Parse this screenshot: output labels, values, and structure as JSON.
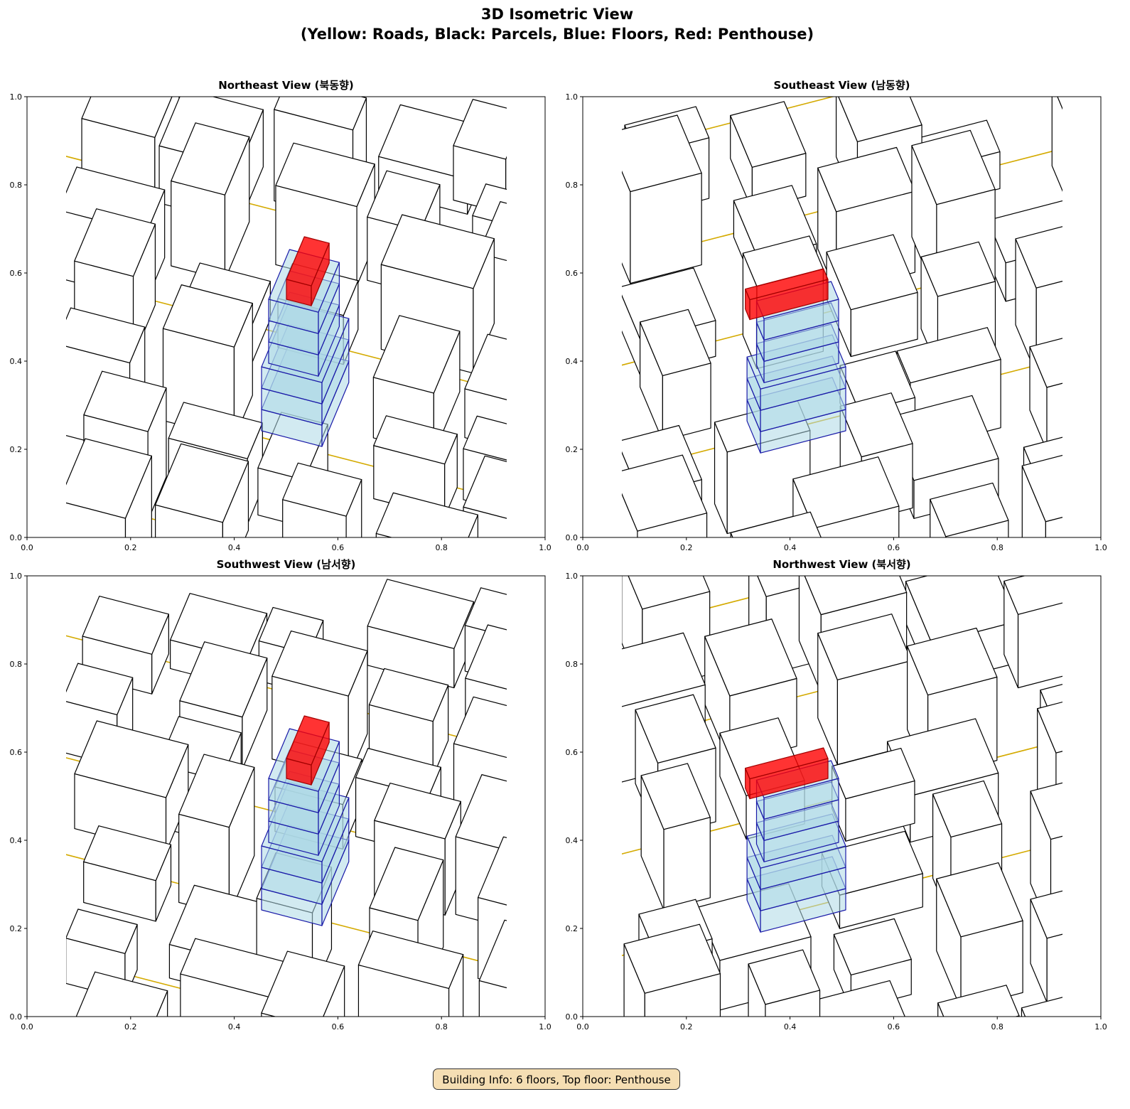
{
  "title_line1": "3D Isometric View",
  "title_line2": "(Yellow: Roads, Black: Parcels, Blue: Floors, Red: Penthouse)",
  "panels": [
    {
      "title": "Northeast View (북동향)"
    },
    {
      "title": "Southeast View (남동향)"
    },
    {
      "title": "Southwest View (남서향)"
    },
    {
      "title": "Northwest View (북서향)"
    }
  ],
  "footer": "Building Info: 6 floors, Top floor: Penthouse",
  "chart_data": {
    "type": "3d-isometric",
    "xlim": [
      0,
      1
    ],
    "ylim": [
      0,
      1
    ],
    "xticks": [
      "0.0",
      "0.2",
      "0.4",
      "0.6",
      "0.8",
      "1.0"
    ],
    "yticks": [
      "0.0",
      "0.2",
      "0.4",
      "0.6",
      "0.8",
      "1.0"
    ],
    "legend": {
      "roads": "#ffd700",
      "parcels": "#000000",
      "floors": "#add8e6",
      "penthouse": "#ff0000"
    },
    "building": {
      "floors": 6,
      "top_floor": "Penthouse"
    }
  }
}
